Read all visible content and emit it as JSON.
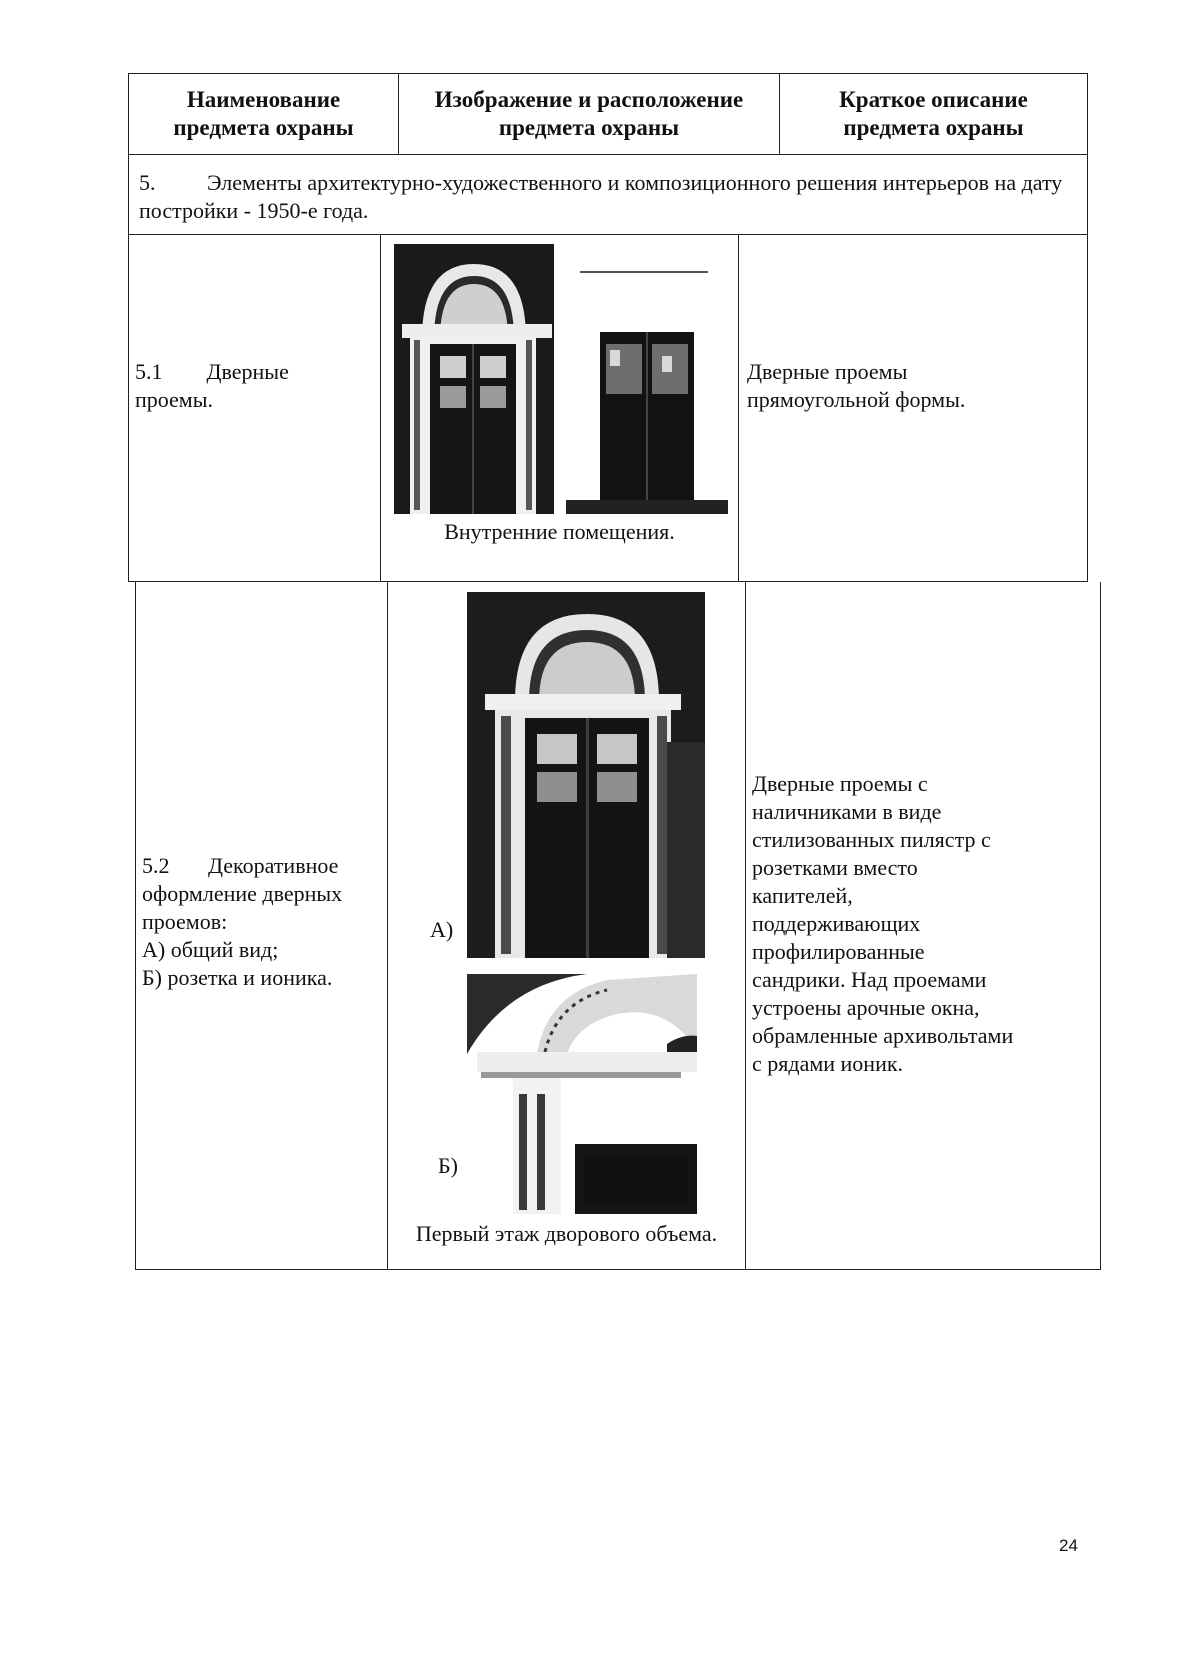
{
  "table": {
    "headers": [
      "Наименование\nпредмета охраны",
      "Изображение и расположение\nпредмета охраны",
      "Краткое описание\nпредмета охраны"
    ],
    "section": {
      "number": "5.",
      "text": "Элементы архитектурно-художественного и композиционного решения интерьеров на дату постройки - 1950-е года."
    },
    "rows": [
      {
        "name": "5.1        Дверные\nпроемы.",
        "image_caption": "Внутренние помещения.",
        "description": "Дверные проемы\nпрямоугольной формы."
      },
      {
        "name": "5.2       Декоративное\nоформление дверных\nпроемов:\nА) общий вид;\nБ) розетка и ионика.",
        "label_a": "А)",
        "label_b": "Б)",
        "image_caption": "Первый этаж дворового объема.",
        "description": "Дверные проемы с\nналичниками в виде\nстилизованных пилястр с\nрозетками вместо\nкапителей,\nподдерживающих\nпрофилированные\nсандрики. Над проемами\nустроены арочные окна,\nобрамленные архивольтами\nс рядами ионик."
      }
    ]
  },
  "page_number": "24"
}
